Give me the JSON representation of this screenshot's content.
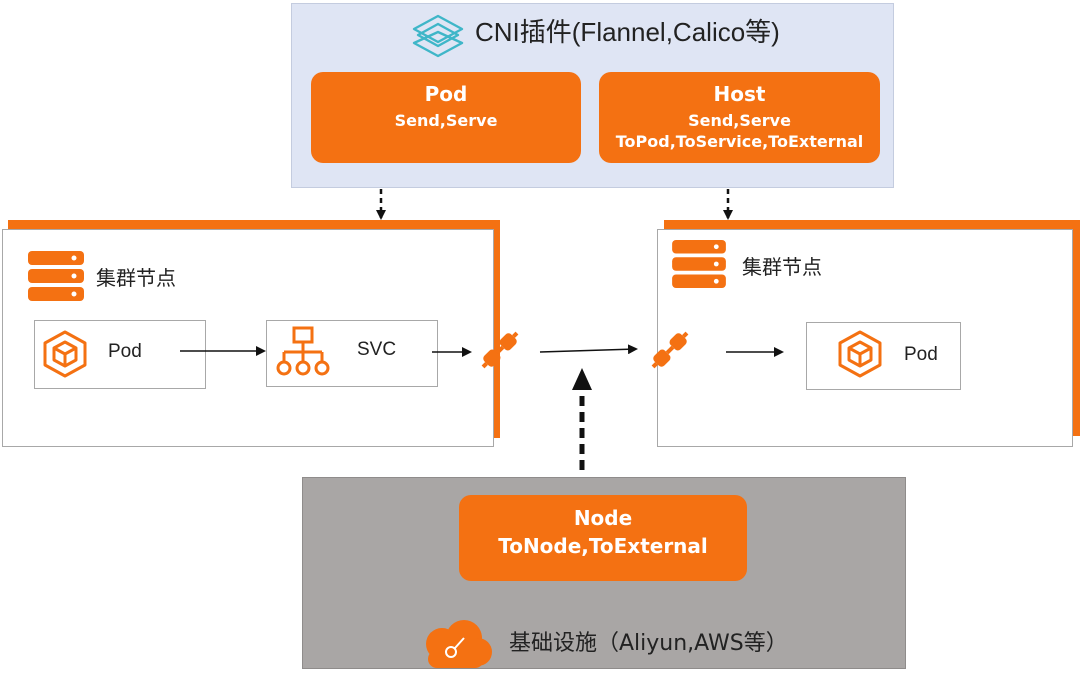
{
  "cni_panel": {
    "title": "CNI插件(Flannel,Calico等)",
    "pod_box": {
      "title": "Pod",
      "line1": "Send,Serve"
    },
    "host_box": {
      "title": "Host",
      "line1": "Send,Serve",
      "line2": "ToPod,ToService,ToExternal"
    }
  },
  "left_node": {
    "label": "集群节点",
    "pod_card": "Pod",
    "svc_card": "SVC"
  },
  "right_node": {
    "label": "集群节点",
    "pod_card": "Pod"
  },
  "infra_panel": {
    "node_box": {
      "title": "Node",
      "line1": "ToNode,ToExternal"
    },
    "label": "基础设施（Aliyun,AWS等）"
  },
  "colors": {
    "accent": "#f47112",
    "cni_bg": "#dfe5f4",
    "infra_bg": "#a9a6a5"
  },
  "icons": [
    "network-layers-icon",
    "server-rack-icon",
    "pod-cube-icon",
    "service-tree-icon",
    "link-connector-icon",
    "cloud-icon"
  ]
}
